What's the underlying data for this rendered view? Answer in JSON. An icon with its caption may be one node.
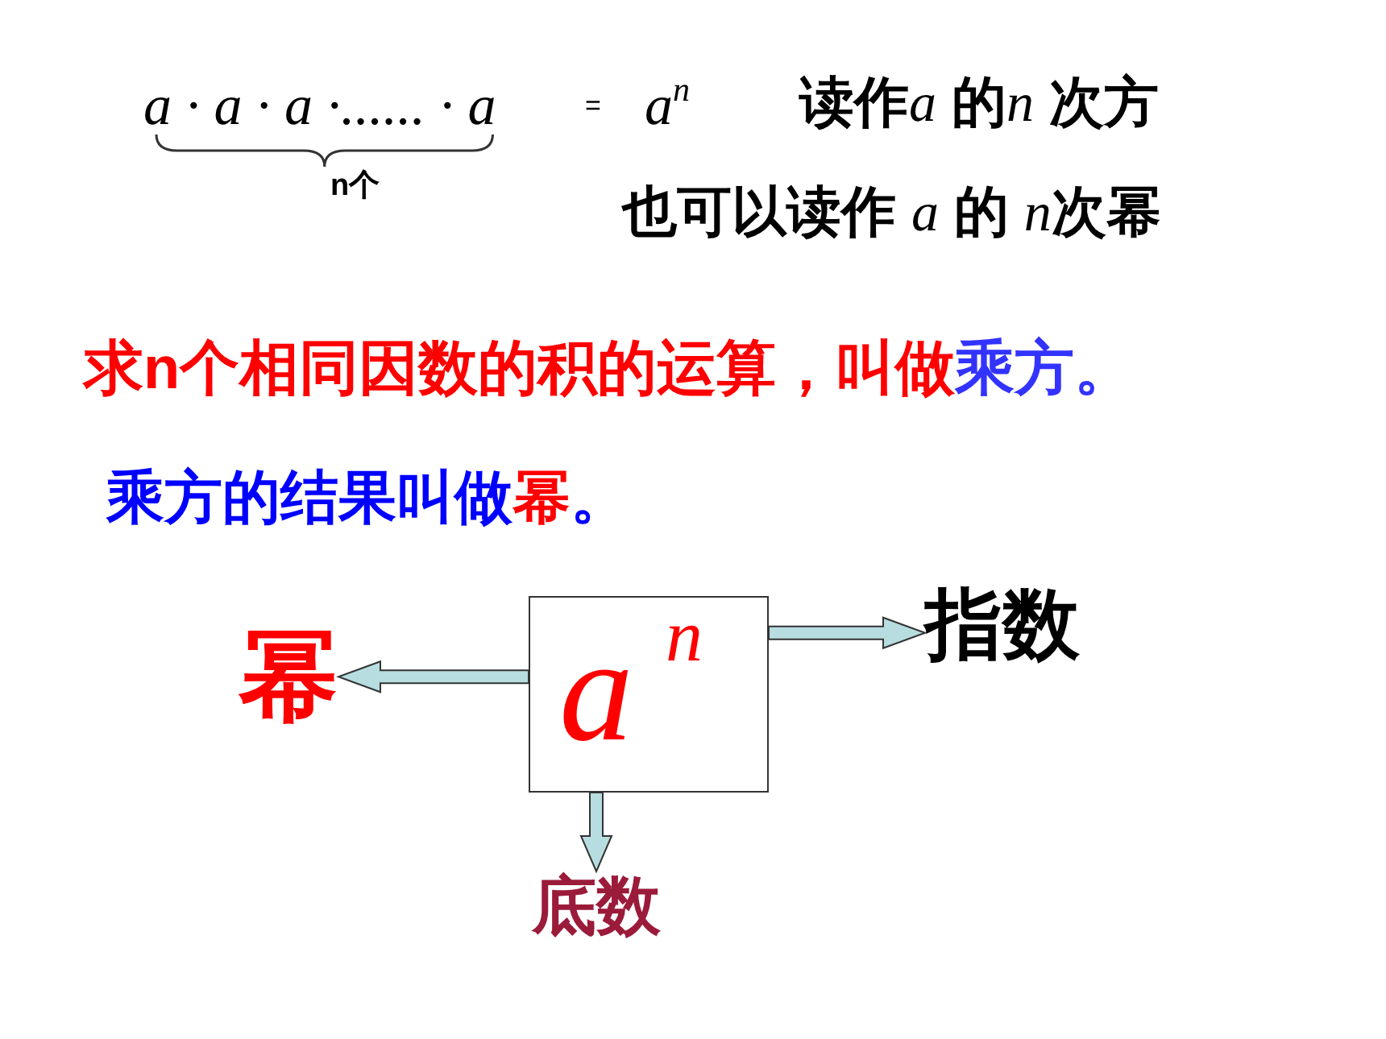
{
  "diagram": {
    "nodes": [
      {
        "text": [
          "a$^{n}$"
        ]
      },
      {
        "text": [
          "幂"
        ]
      },
      {
        "text": [
          "指数"
        ]
      },
      {
        "text": [
          "底数"
        ]
      }
    ],
    "edges": [
      {
        "from": 0,
        "to": 1,
        "arrow": "to"
      },
      {
        "from": 0,
        "to": 2,
        "arrow": "to"
      },
      {
        "from": 0,
        "to": 3,
        "arrow": "to"
      }
    ],
    "labels": [
      "a · a · a ·...... · a",
      "=",
      "a$^{n}$",
      "读作a 的n 次方",
      "n个",
      "也可以读作 a 的 n次幂",
      "求n个相同因数的积的运算，叫做乘方。",
      "乘方的结果叫做幂。"
    ]
  }
}
